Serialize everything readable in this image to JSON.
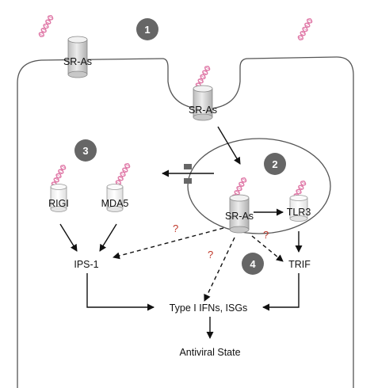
{
  "steps": [
    "1",
    "2",
    "3",
    "4"
  ],
  "receptors": {
    "sr_as_surface": "SR-As",
    "sr_as_pit": "SR-As",
    "sr_as_endosome": "SR-As",
    "tlr3": "TLR3",
    "rigi": "RIGI",
    "mda5": "MDA5"
  },
  "adaptors": {
    "ips1": "IPS-1",
    "trif": "TRIF"
  },
  "outputs": {
    "ifn": "Type I IFNs, ISGs",
    "antiviral": "Antiviral State"
  },
  "unknown_marker": "?",
  "colors": {
    "marker_circle": "#666666",
    "question": "#c0392b",
    "dsrna": "#e07aa8",
    "receptor_fill": "#e2e2e2",
    "membrane": "#555555"
  }
}
